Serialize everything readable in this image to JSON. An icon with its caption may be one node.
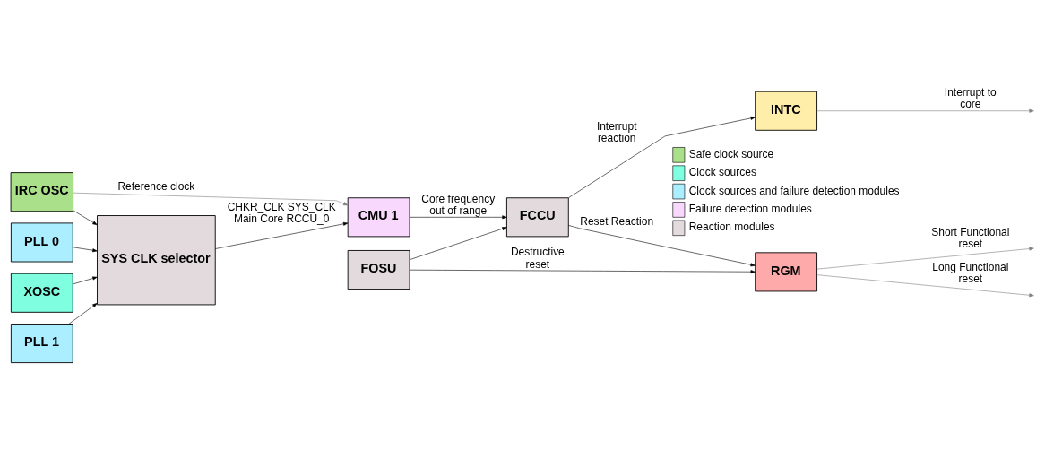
{
  "diagram": {
    "nodes": [
      {
        "text": [
          "PLL 0"
        ]
      },
      {
        "text": [
          "PLL 1"
        ]
      },
      {
        "text": [
          "IRC OSC"
        ]
      },
      {
        "text": [
          "XOSC"
        ]
      },
      {
        "text": [
          "SYS CLK selector"
        ]
      },
      {
        "text": [
          "CMU 1"
        ]
      },
      {
        "text": [
          "FOSU"
        ]
      },
      {
        "text": [
          "FCCU"
        ]
      },
      {
        "text": [
          "RGM"
        ]
      },
      {
        "text": [
          "INTC"
        ]
      }
    ],
    "edges": [
      {
        "from": 0,
        "to": 4,
        "arrow": "to"
      },
      {
        "from": 1,
        "to": 4,
        "arrow": "to"
      },
      {
        "from": 2,
        "to": 4,
        "arrow": "to"
      },
      {
        "from": 3,
        "to": 4,
        "arrow": "to"
      },
      {
        "from": 4,
        "to": 5,
        "arrow": "to",
        "label": "CHKR_CLK SYS_CLK Main Core RCCU_0"
      },
      {
        "from": 2,
        "to": 5,
        "arrow": "to",
        "label": "Reference clock",
        "color": "#808080"
      },
      {
        "from": 5,
        "to": 7,
        "arrow": "to",
        "label": "Core frequency out of range"
      },
      {
        "from": 6,
        "to": 7,
        "arrow": "to"
      },
      {
        "from": 6,
        "to": 8,
        "arrow": "to",
        "label": "Destructive reset"
      },
      {
        "from": 7,
        "to": 8,
        "arrow": "to",
        "label": "Reset Reaction"
      },
      {
        "from": 7,
        "to": 9,
        "arrow": "to",
        "label": "Interrupt reaction"
      },
      {
        "from": 8,
        "to": null,
        "arrow": "to",
        "label": "Short Functional reset",
        "color": "#808080"
      },
      {
        "from": 8,
        "to": null,
        "arrow": "to",
        "label": "Long Functional reset",
        "color": "#808080"
      },
      {
        "from": 9,
        "to": null,
        "arrow": "to",
        "label": "Interrupt to core",
        "color": "#808080"
      }
    ],
    "legend": [
      {
        "text": "Safe clock source",
        "color": "#aae08a"
      },
      {
        "text": "Clock sources",
        "color": "#80ffe0"
      },
      {
        "text": "Clock sources and failure detection modules",
        "color": "#aaeeff"
      },
      {
        "text": "Failure detection modules",
        "color": "#f8d8fc"
      },
      {
        "text": "Reaction modules",
        "color": "#e3dadd"
      }
    ]
  }
}
